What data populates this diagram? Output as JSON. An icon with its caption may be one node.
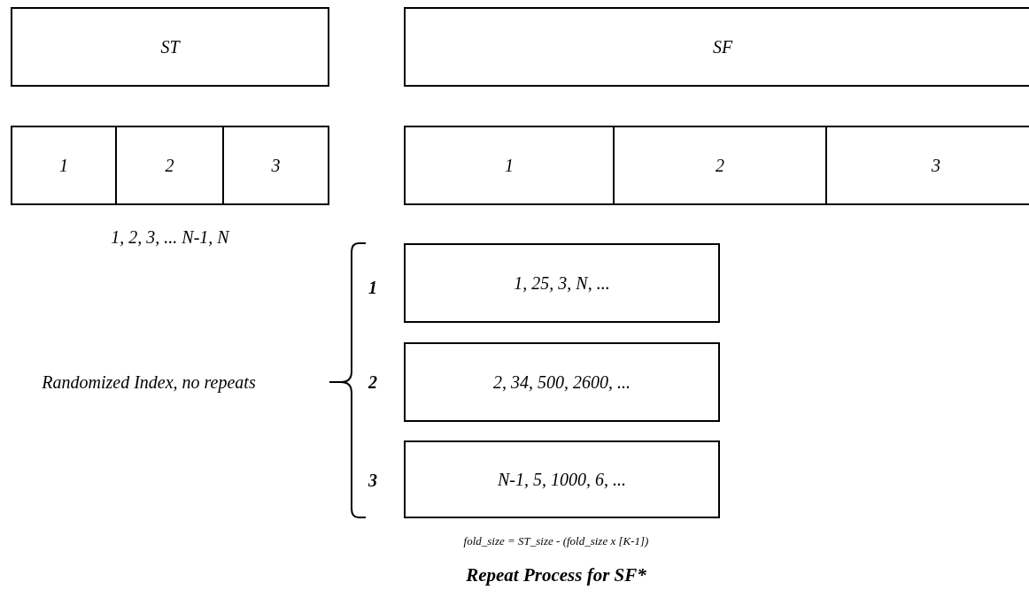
{
  "diagram": {
    "nodes": [
      {
        "text": [
          "ST"
        ]
      },
      {
        "text": [
          "SF"
        ]
      },
      {
        "text": [
          "1"
        ]
      },
      {
        "text": [
          "2"
        ]
      },
      {
        "text": [
          "3"
        ]
      },
      {
        "text": [
          "1"
        ]
      },
      {
        "text": [
          "2"
        ]
      },
      {
        "text": [
          "3"
        ]
      },
      {
        "text": [
          "1, 25, 3, N, ..."
        ]
      },
      {
        "text": [
          "2, 34, 500, 2600, ..."
        ]
      },
      {
        "text": [
          "N-1, 5, 1000, 6, ..."
        ]
      }
    ],
    "labels": [
      "1, 2, 3, ... N-1, N",
      "1",
      "Randomized Index, no repeats",
      "2",
      "3",
      "fold_size = ST_size - (fold_size x [K-1])",
      "Repeat Process for SF*"
    ]
  }
}
